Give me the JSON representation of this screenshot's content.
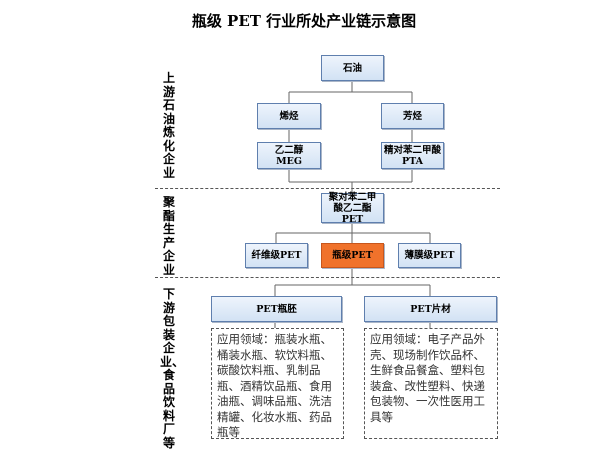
{
  "title": "瓶级 PET 行业所处产业链示意图",
  "sections": {
    "upstream": "上游石油炼化企业",
    "midstream": "聚酯生产企业",
    "downstream": "下游包装企业、食品饮料厂等"
  },
  "nodes": {
    "petroleum": "石油",
    "olefin": "烯烃",
    "aromatic": "芳烃",
    "meg_line1": "乙二醇",
    "meg_line2": "MEG",
    "pta_line1": "精对苯二甲酸",
    "pta_line2": "PTA",
    "polyester": "聚对苯二甲酸乙二酯PET",
    "fiber_pet": "纤维级PET",
    "bottle_pet": "瓶级PET",
    "film_pet": "薄膜级PET",
    "bottle_preform": "PET瓶胚",
    "sheet": "PET片材"
  },
  "applications": {
    "preform": "应用领域：瓶装水瓶、桶装水瓶、软饮料瓶、碳酸饮料瓶、乳制品瓶、酒精饮品瓶、食用油瓶、调味品瓶、洗洁精罐、化妆水瓶、药品瓶等",
    "sheet": "应用领域：电子产品外壳、现场制作饮品杯、生鲜食品餐盒、塑料包装盒、改性塑料、快递包装物、一次性医用工具等"
  },
  "colors": {
    "box_border": "#5f7fae",
    "box_fill": "#d2e2f4",
    "highlight": "#f0722b"
  }
}
